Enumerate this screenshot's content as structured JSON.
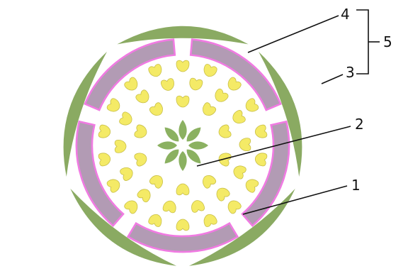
{
  "labels": {
    "one": "1",
    "two": "2",
    "three": "3",
    "four": "4",
    "five": "5"
  },
  "colors": {
    "sepal": "#8aaa62",
    "petal_fill": "#b29bb4",
    "petal_edge": "#f07be2",
    "stamen": "#f4ea66",
    "carpel": "#8bb161",
    "line": "#111111"
  },
  "counts": {
    "sepals": 5,
    "petals": 5,
    "stamens": 42,
    "carpels": 8
  }
}
